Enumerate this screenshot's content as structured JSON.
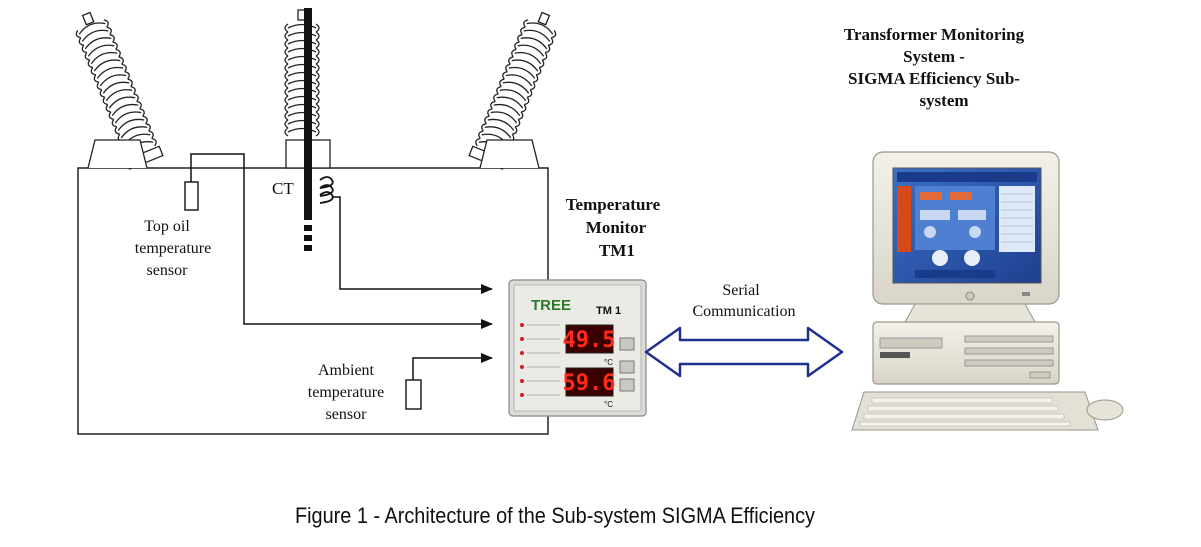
{
  "labels": {
    "top_oil_sensor": [
      "Top oil",
      "temperature",
      "sensor"
    ],
    "ct": "CT",
    "ambient_sensor": [
      "Ambient",
      "temperature",
      "sensor"
    ],
    "temperature_monitor": [
      "Temperature",
      "Monitor",
      "TM1"
    ],
    "serial_comm": [
      "Serial",
      "Communication"
    ],
    "system_title": [
      "Transformer Monitoring",
      "System -",
      "SIGMA Efficiency Sub-",
      "system"
    ]
  },
  "monitor_device": {
    "brand": "TREE",
    "model": "TM 1",
    "display_top": "49.5",
    "display_bottom": "59.6",
    "unit": "°C"
  },
  "caption": "Figure 1 -  Architecture of the Sub-system SIGMA Efficiency",
  "colors": {
    "line": "#111111",
    "arrow_outline": "#1f2f8f",
    "display_red": "#ff2a1a",
    "display_bg": "#3a0000",
    "screen_blue": "#2f5fb8"
  }
}
